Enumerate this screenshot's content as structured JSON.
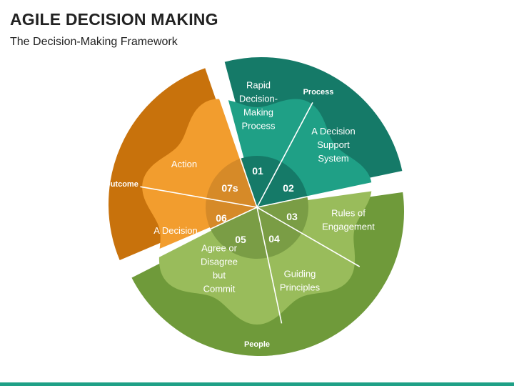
{
  "title": "AGILE DECISION MAKING",
  "subtitle": "The Decision-Making Framework",
  "groups": {
    "process": "Process",
    "people": "People",
    "outcome": "Outcome"
  },
  "segments": [
    {
      "number": "01",
      "label": [
        "Rapid",
        "Decision-",
        "Making",
        "Process"
      ]
    },
    {
      "number": "02",
      "label": [
        "A Decision",
        "Support",
        "System"
      ]
    },
    {
      "number": "03",
      "label": [
        "Rules of",
        "Engagement"
      ]
    },
    {
      "number": "04",
      "label": [
        "Guiding",
        "Principles"
      ]
    },
    {
      "number": "05",
      "label": [
        "Agree or",
        "Disagree",
        "but",
        "Commit"
      ]
    },
    {
      "number": "06",
      "label": [
        "A Decision"
      ]
    },
    {
      "number": "07s",
      "label": [
        "Action"
      ]
    }
  ],
  "colors": {
    "process_outer": "#157a68",
    "process_petal": "#1fa086",
    "process_hub": "#157a68",
    "people_outer": "#6f9a3a",
    "people_petal": "#99bc5b",
    "people_hub": "#7a9d45",
    "outcome_outer": "#c8720c",
    "outcome_petal": "#f29d2e",
    "outcome_hub": "#d68a28",
    "bottom_bar": "#1fa086"
  }
}
